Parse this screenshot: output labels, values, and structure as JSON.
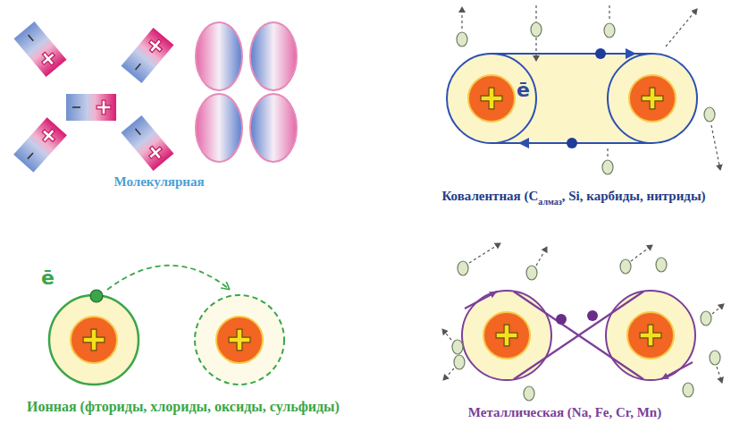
{
  "diagram": {
    "labels": [
      "Молекулярная",
      "ē",
      "Ковалентная (C",
      "алмаз",
      ", Si, карбиды, нитриды)",
      "ē",
      "Ионная (фториды, хлориды, оксиды, сульфиды)",
      "Металлическая (Na, Fe, Cr, Mn)"
    ]
  }
}
